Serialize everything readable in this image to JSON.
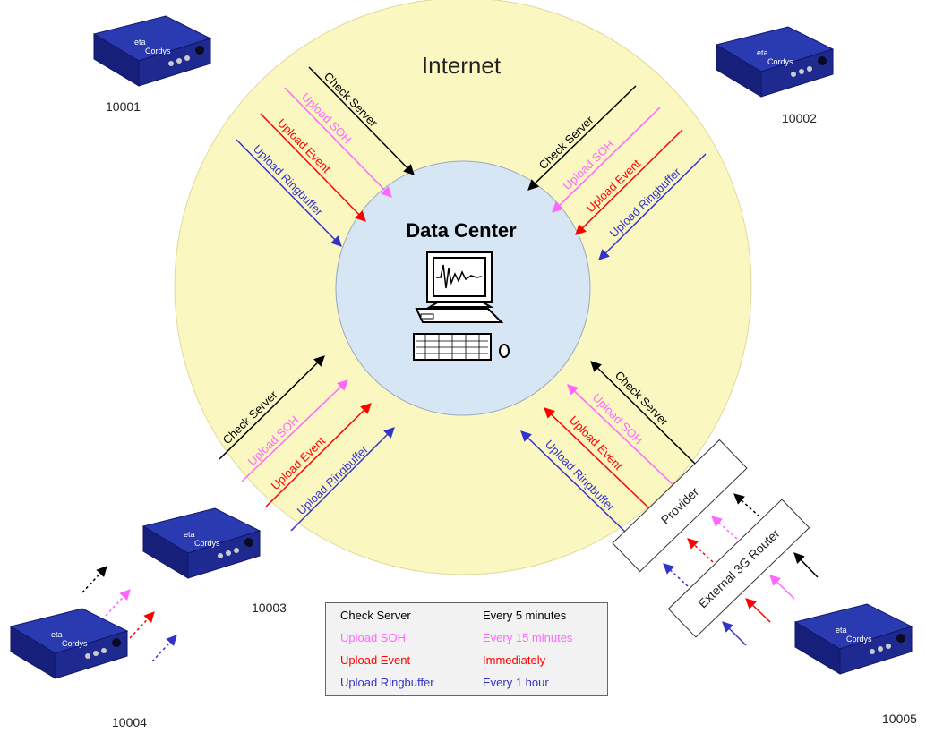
{
  "title": "Internet",
  "center": {
    "label": "Data Center"
  },
  "stations": [
    {
      "id": "10001"
    },
    {
      "id": "10002"
    },
    {
      "id": "10003"
    },
    {
      "id": "10004"
    },
    {
      "id": "10005"
    }
  ],
  "device": {
    "brand": "eta",
    "model": "Cordys"
  },
  "boxes": {
    "provider": "Provider",
    "router": "External 3G Router"
  },
  "messages": [
    {
      "key": "check",
      "label": "Check Server",
      "interval": "Every 5 minutes",
      "color": "#000000"
    },
    {
      "key": "soh",
      "label": "Upload SOH",
      "interval": "Every 15 minutes",
      "color": "#ff66ff"
    },
    {
      "key": "event",
      "label": "Upload Event",
      "interval": "Immediately",
      "color": "#ff0000"
    },
    {
      "key": "ring",
      "label": "Upload Ringbuffer",
      "interval": "Every 1 hour",
      "color": "#3333cc"
    }
  ],
  "colors": {
    "internet": "#fbf7c0",
    "center": "#d6e6f5"
  }
}
